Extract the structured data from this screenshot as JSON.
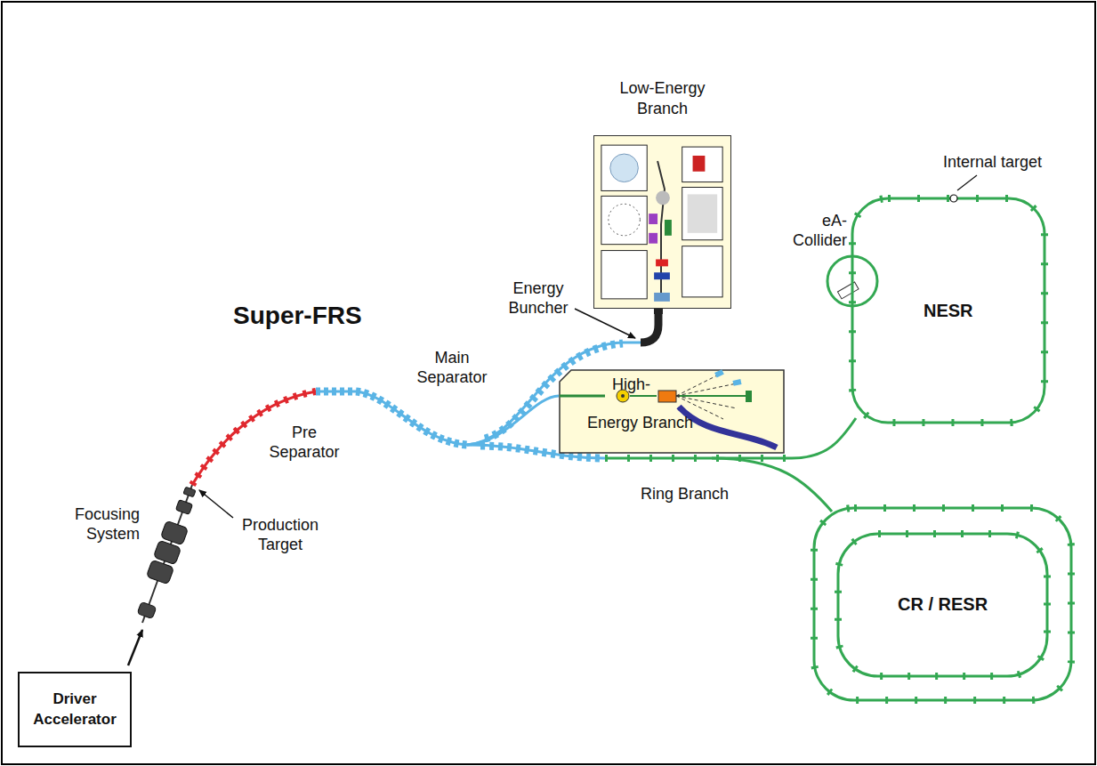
{
  "diagram": {
    "nodes": [
      {
        "text": [
          "Driver Accelerator"
        ]
      },
      {
        "text": [
          "Low-Energy Branch"
        ]
      },
      {
        "text": [
          "High-",
          "Energy Branch"
        ]
      },
      {
        "text": [
          "NESR"
        ]
      },
      {
        "text": [
          "CR / RESR"
        ]
      }
    ],
    "labels": [
      "Super-FRS",
      "Energy Buncher",
      "Main Separator",
      "Pre Separator",
      "Focusing System",
      "Production Target",
      "Ring Branch",
      "Internal target",
      "eA- Collider"
    ]
  }
}
